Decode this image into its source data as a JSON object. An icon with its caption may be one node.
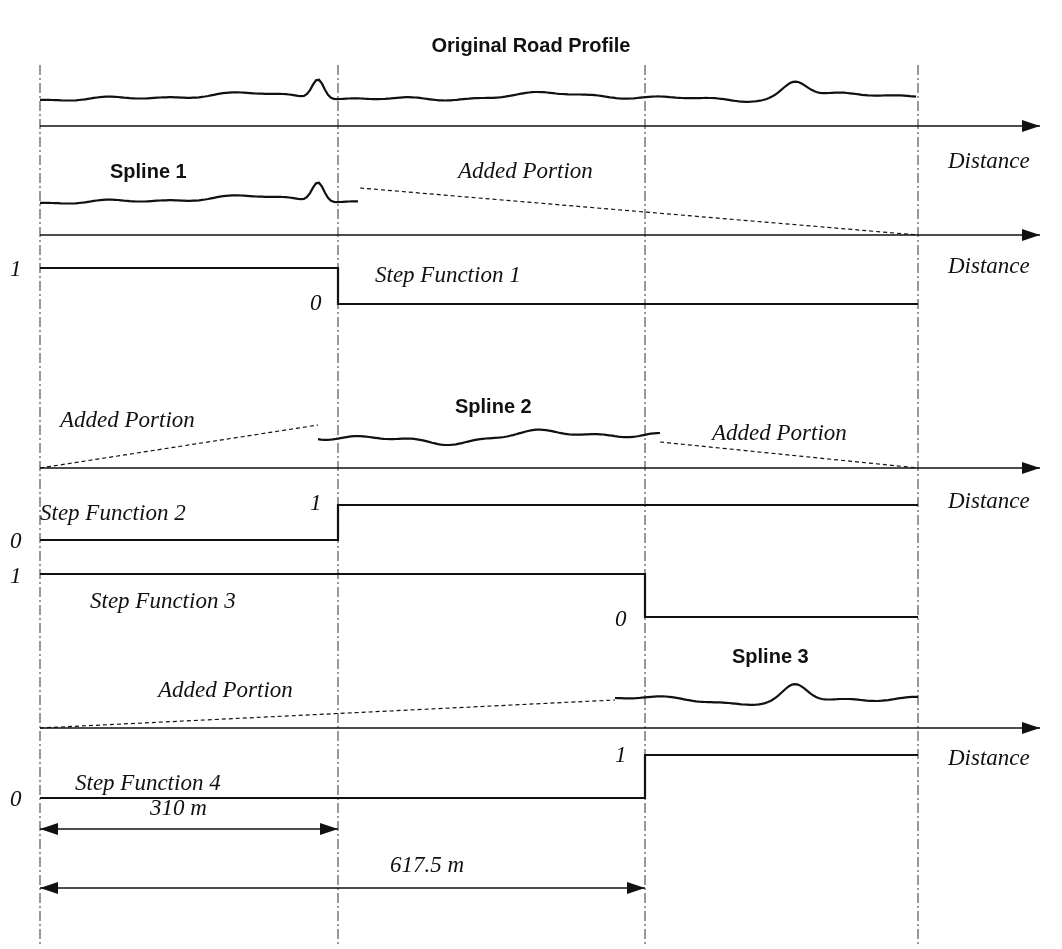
{
  "diagram": {
    "title": "Original Road Profile",
    "labels": [
      "Distance",
      "Spline 1",
      "Added Portion",
      "Distance",
      "1",
      "Step Function 1",
      "0",
      "Added Portion",
      "Spline 2",
      "Added Portion",
      "Distance",
      "Step Function 2",
      "1",
      "0",
      "1",
      "Step Function 3",
      "0",
      "Spline 3",
      "Added Portion",
      "Distance",
      "1",
      "Step Function 4",
      "0",
      "310 m",
      "617.5 m"
    ]
  }
}
